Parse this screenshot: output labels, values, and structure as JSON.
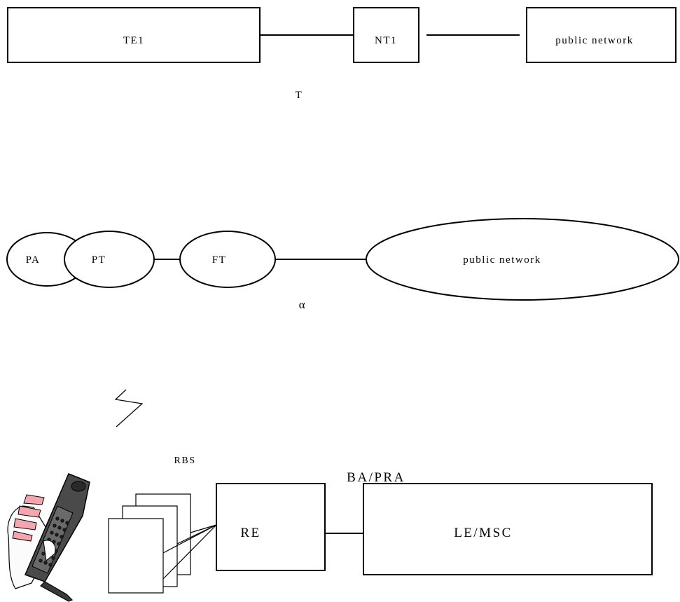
{
  "diagram1": {
    "te1": "TE1",
    "nt1": "NT1",
    "network": "public network",
    "ref_point": "T"
  },
  "diagram2": {
    "pa": "PA",
    "pt": "PT",
    "ft": "FT",
    "network": "public network",
    "ref_point": "α"
  },
  "diagram3": {
    "rbs": "RBS",
    "interface": "BA/PRA",
    "re": "RE",
    "le_msc": "LE/MSC"
  },
  "icons": [
    "radio-link-icon",
    "handset-icon"
  ]
}
